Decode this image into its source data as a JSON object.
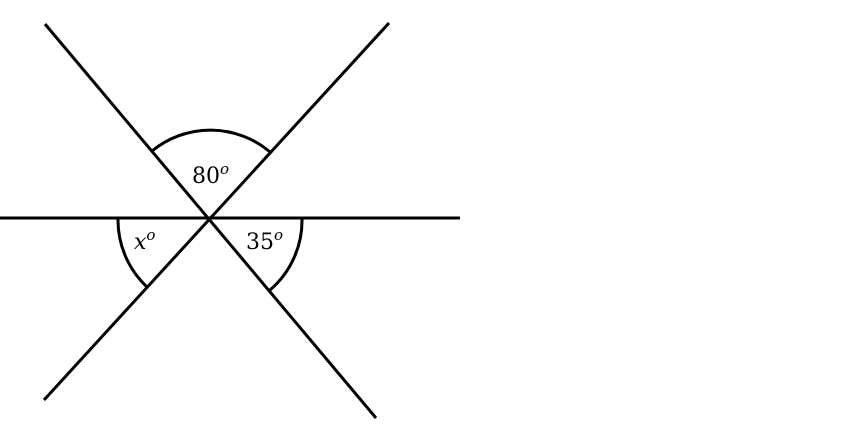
{
  "diagram": {
    "labels": {
      "top": {
        "value": "80",
        "degree": "o"
      },
      "left": {
        "variable": "x",
        "degree": "o"
      },
      "right": {
        "value": "35",
        "degree": "o"
      }
    }
  }
}
